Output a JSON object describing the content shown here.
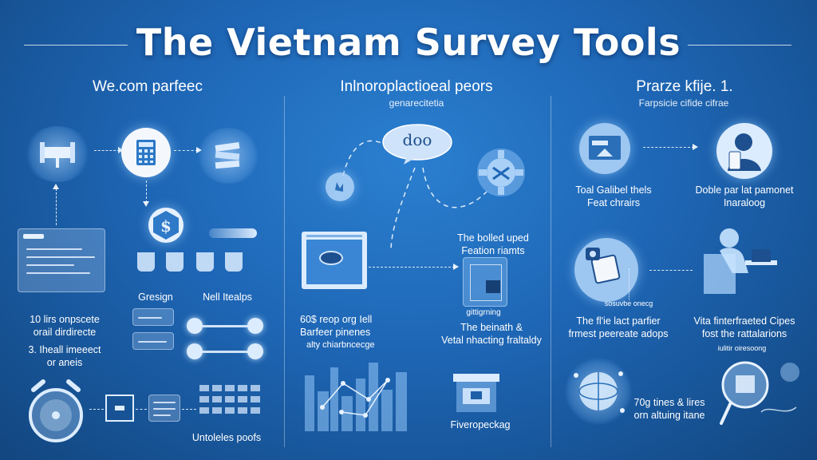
{
  "header": {
    "title": "The Vietnam Survey Tools"
  },
  "columns": [
    {
      "heading": "We.com parfeec",
      "subheading": "",
      "captions": {
        "stats": [
          "10 lirs onpscete",
          "orail dirdirecte",
          "3. Iheall imeeect",
          "or aneis"
        ],
        "design": "Gresign",
        "tools": "Nell Itealps",
        "bottom": "Untoleles poofs"
      },
      "icons": [
        "scales-icon",
        "calculator-icon",
        "document-stack-icon",
        "dollar-badge-icon",
        "cups-icon",
        "browser-window-icon",
        "alarm-clock-icon",
        "screen-icon",
        "grid-icon"
      ]
    },
    {
      "heading": "Inlnoroplactioeal peors",
      "subheading": "genarecitetia",
      "bubble_text": "doo",
      "captions": {
        "top_right": [
          "The bolled uped",
          "Feation riamts"
        ],
        "left": [
          "60$ reop org Iell",
          "Barfeer pinenes"
        ],
        "left_sub": "alty chiarbncecge",
        "mid_small": "gittigrning",
        "mid": [
          "The beinath &",
          "Vetal nhacting fraltaldy"
        ],
        "bottom": "Fiveropeckag"
      },
      "icons": [
        "hand-chat-icon",
        "speech-bubble-icon",
        "puzzle-gear-icon",
        "laptop-icon",
        "layout-card-icon",
        "city-network-icon",
        "storefront-icon"
      ]
    },
    {
      "heading": "Prarze kfije. 1.",
      "subheading": "Farpsicie cifide cifrae",
      "captions": {
        "r1_left": [
          "Toal Galibel thels",
          "Feat chrairs"
        ],
        "r1_right": [
          "Doble par lat pamonet",
          "Inaraloog"
        ],
        "r2_left": [
          "The fl'ie lact parfier",
          "frmest peereate adops"
        ],
        "r2_left_sub": "sosuvbe onecg",
        "r2_right": [
          "Vita finterfraeted Cipes",
          "fost the rattalarions"
        ],
        "r2_right_sub": "iulitir oiresoong",
        "bottom": [
          "70g tines & lires",
          "orn altuing itane"
        ]
      },
      "icons": [
        "browser-upload-icon",
        "person-phone-icon",
        "tablet-device-icon",
        "seated-worker-icon",
        "network-globe-icon",
        "magnifier-icon"
      ]
    }
  ]
}
